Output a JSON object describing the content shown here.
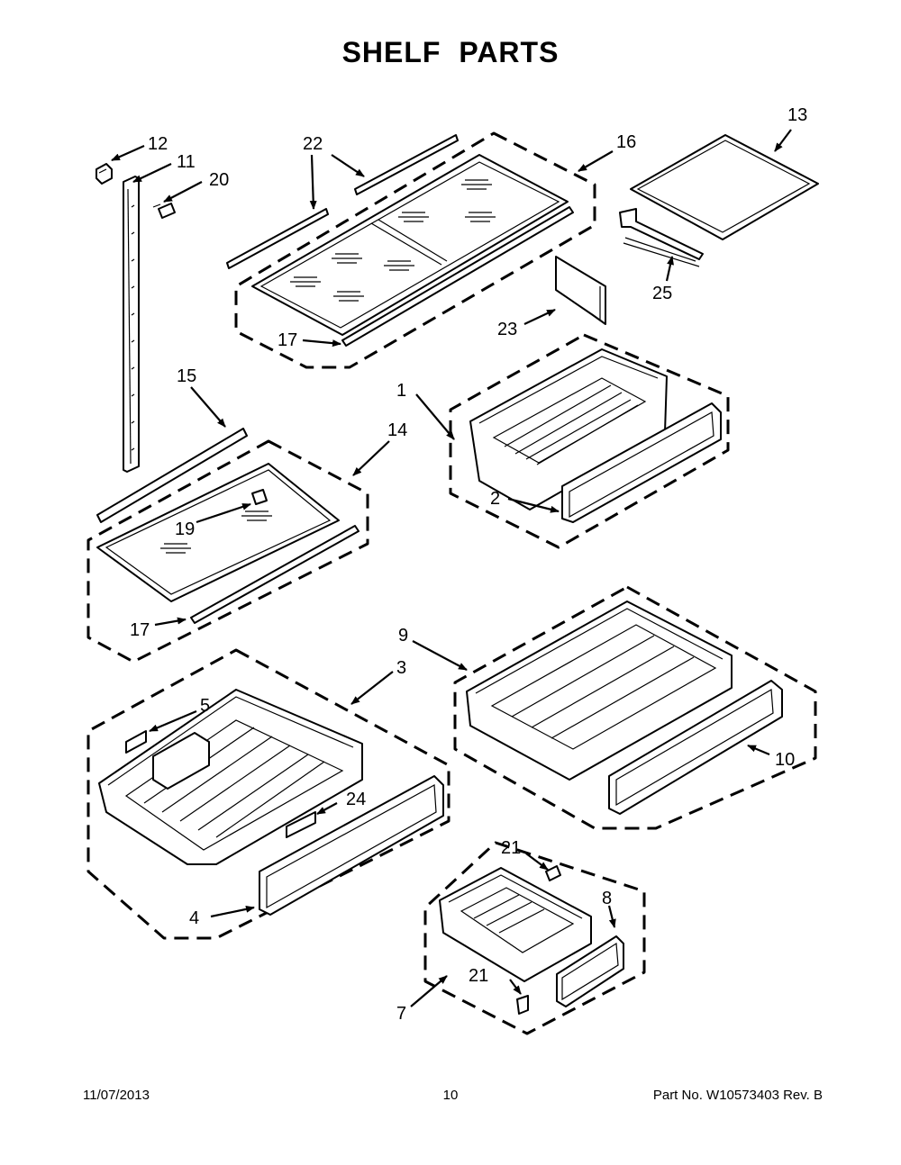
{
  "title": "SHELF  PARTS",
  "footer": {
    "date": "11/07/2013",
    "page": "10",
    "part_no": "Part No.  W10573403  Rev.  B"
  },
  "callouts": {
    "c1": "1",
    "c2": "2",
    "c3": "3",
    "c4": "4",
    "c5": "5",
    "c7": "7",
    "c8": "8",
    "c9": "9",
    "c10": "10",
    "c11": "11",
    "c12": "12",
    "c13": "13",
    "c14": "14",
    "c15": "15",
    "c16": "16",
    "c17a": "17",
    "c17b": "17",
    "c19": "19",
    "c20": "20",
    "c21a": "21",
    "c21b": "21",
    "c22": "22",
    "c23": "23",
    "c24": "24",
    "c25": "25"
  }
}
